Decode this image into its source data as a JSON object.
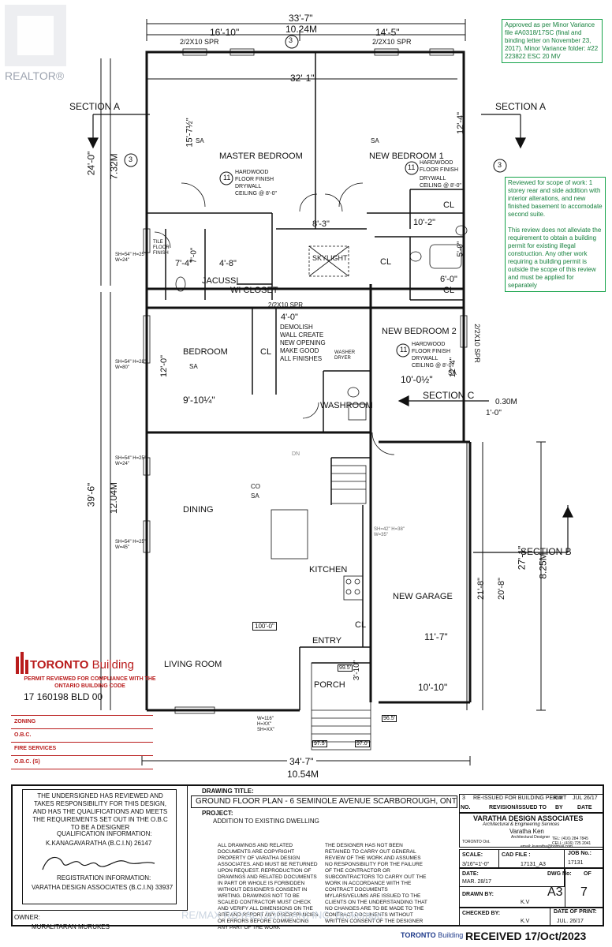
{
  "watermark": {
    "logo_text": "REALTOR®",
    "brokerage": "RE/MAX ROYAL (JORDAN) INC. Brokerage"
  },
  "approval_note": "Approved as per Minor Variance file #A0318/17SC (final and binding letter on November 23, 2017). Minor Variance folder: #22 223822 ESC 20 MV",
  "review_note": "Reviewed for scope of work: 1 storey rear and side addition with interior alterations, and new finished basement to accomodate second suite.",
  "review_note2": "This review does not alleviate the requirement to obtain a building permit for existing illegal construction. Any other work requiring a building permit is outside the scope of this review and must be applied for separately",
  "dims": {
    "top_total": "33'-7\"",
    "top_m": "10.24M",
    "top_left": "16'-10\"",
    "top_right": "14'-5\"",
    "inner_top": "32'-1\"",
    "left_upper": "24'-0\"",
    "left_upper_m": "7.32M",
    "left_lower": "39'-6\"",
    "left_lower_m": "12.04M",
    "bottom_total": "34'-7\"",
    "bottom_m": "10.54M",
    "right_lower": "27'-1\"",
    "right_lower_m": "8.25M",
    "garage_depth": "21'-8\"",
    "garage_depth2": "20'-8\"",
    "garage_w1": "11'-7\"",
    "garage_w2": "10'-10\"",
    "offset": "0.30M",
    "offset_ft": "1'-0\"",
    "master_h": "15'-7½\"",
    "bed1_h": "12'-4\"",
    "hall_w": "8'-3\"",
    "cl_w": "10'-2\"",
    "bath_h": "5'-0\"",
    "cl2_w": "6'-0\"",
    "ens_w": "7'-4\"",
    "ens_h": "7'-0\"",
    "wic_w": "4'-8\"",
    "demo_w": "4'-0\"",
    "bedroom_h": "12'-0\"",
    "bedroom_w": "9'-10¼\"",
    "bed2_w": "10'-0½\"",
    "bed2_h": "12'-4\"",
    "porch_h": "3'-10\"",
    "level1": "100'-0\"",
    "level2": "99.5'",
    "level3": "96.5'",
    "level4": "97.5'",
    "level5": "97.0'"
  },
  "beams": {
    "b1": "2/2X10 SPR",
    "b2": "2/2X10 SPR",
    "b3": "2/2X10 SPR",
    "b4": "2/2X10 SPR"
  },
  "sections": {
    "a": "SECTION A",
    "b": "SECTION B",
    "c": "SECTION C",
    "rev": "3"
  },
  "rooms": {
    "master": "MASTER BEDROOM",
    "bed1": "NEW BEDROOM 1",
    "bed2": "NEW BEDROOM 2",
    "bedroom": "BEDROOM",
    "jacussi": "JACUSSI",
    "wic": "WI CLOSET",
    "skylight": "SKYLIGHT",
    "cl": "CL",
    "washroom": "WASHROOM",
    "dining": "DINING",
    "kitchen": "KITCHEN",
    "living": "LIVING ROOM",
    "entry": "ENTRY",
    "porch": "PORCH",
    "garage": "NEW GARAGE",
    "tile": "TILE FLOOR FINISH",
    "washer": "WASHER DRYER",
    "dn": "DN"
  },
  "finish": {
    "num": "11",
    "hardwood": "HARDWOOD FLOOR FINISH",
    "drywall": "DRYWALL CEILING @ 8'-0\"",
    "sa": "SA",
    "co": "CO"
  },
  "demo_note": "DEMOLISH WALL CREATE NEW OPENING MAKE GOOD ALL FINISHES",
  "windows": {
    "w1": "SH=54\" H=25\" W=24\"",
    "w2": "SH=54\" H=28\" W=80\"",
    "w3": "SH=54\" H=25\" W=24\"",
    "w4": "SH=54\" H=25\" W=45\"",
    "w5": "SH=42\" H=38\" W=35\"",
    "w6": "W=116\" H=XX\" SH=XX\""
  },
  "stamp": {
    "brand": "TORONTO",
    "brand2": "Building",
    "reviewed": "PERMIT REVIEWED FOR COMPLIANCE WITH THE ONTARIO BUILDING CODE",
    "number": "17 160198 BLD 00",
    "rows": [
      "ZONING",
      "O.B.C.",
      "FIRE SERVICES",
      "O.B.C. (S)"
    ]
  },
  "titleblock": {
    "undersigned": "THE UNDERSIGNED HAS REVIEWED AND TAKES RESPONSIBILITY FOR THIS DESIGN, AND HAS THE QUALIFICATIONS AND MEETS THE REQUIREMENTS SET OUT IN THE O.B.C TO BE A DESIGNER",
    "qual_label": "QUALIFICATION INFORMATION:",
    "qual_value": "K.KANAGAVARATHA (B.C.I.N) 26147",
    "reg_label": "REGISTRATION INFORMATION:",
    "reg_value": "VARATHA DESIGN ASSOCIATES (B.C.I.N) 33937",
    "owner_label": "OWNER:",
    "owner_value": "MURALITARAN MURUKES",
    "drawing_title_label": "DRAWING TITLE:",
    "drawing_title": "GROUND FLOOR PLAN - 6 SEMINOLE AVENUE SCARBOROUGH, ONT",
    "project_label": "PROJECT:",
    "project": "ADDITION TO EXISTING DWELLING",
    "notes_left": "ALL DRAWINGS AND RELATED DOCUMENTS ARE COPYRIGHT PROPERTY OF VARATHA DESIGN ASSOCIATES. AND MUST BE RETURNED UPON REQUEST. REPRODUCTION OF DRAWINGS AND RELATED DOCUMENTS IN PART OR WHOLE IS FORBIDDEN WITHOUT DESIGNER'S CONSENT IN WRITING. DRAWINGS NOT TO BE SCALED CONTRACTOR MUST CHECK AND VERIFY ALL DIMENSIONS ON THE SITE AND REPORT ANY DISCREPANCIES OR ERRORS BEFORE COMMENCING ANY PART OF THE WORK",
    "notes_right": "THE DESIGNER HAS NOT BEEN RETAINED TO CARRY OUT GENERAL REVIEW OF THE WORK AND ASSUMES NO RESPONSIBILITY FOR THE FAILURE OF THE CONTRACTOR OR SUBCONTRACTORS TO CARRY OUT THE WORK IN ACCORDANCE WITH THE CONTRACT DOCUMENTS MYLARS/VELUMS ARE ISSUED TO THE CLIENTS ON THE UNDERSTANDING THAT NO CHANGES ARE TO BE MADE TO THE CONTRACT DOCUMENTS WITHOUT WRITTEN CONSENT OF THE DESIGNER",
    "rev_no": "3",
    "rev_text": "RE-ISSUED FOR BUILDING PERMIT",
    "rev_by": "K.V",
    "rev_date": "JUL 26/17",
    "h_no": "NO.",
    "h_rev": "REVISION/ISSUED TO",
    "h_by": "BY",
    "h_date": "DATE",
    "firm": "VARATHA DESIGN ASSOCIATES",
    "firm_sub": "Architectural & Engineering Services",
    "designer": "Varatha Ken",
    "designer_sub": "Architectural Designer",
    "tel": "TEL: (416) 284 7845",
    "cell": "CELL: (416) 725 2041",
    "city": "TORONTO Ont.",
    "email": "email: kvaratha@hotmail.com",
    "scale_label": "SCALE:",
    "scale": "3/16\"=1'-0\"",
    "cad_label": "CAD FILE :",
    "cad": "17131_A3",
    "job_label": "JOB No.:",
    "job": "17131",
    "date_label": "DATE:",
    "date": "MAR. 28/17",
    "dwg_label": "DWG No:",
    "dwg": "A3",
    "of_label": "OF",
    "of": "7",
    "drawn_label": "DRAWN BY:",
    "drawn": "K.V",
    "checked_label": "CHECKED BY:",
    "checked": "K.V",
    "print_label": "DATE OF PRINT:",
    "print": "JUL. 26/17"
  },
  "received": {
    "brand": "TORONTO",
    "brand2": "Building",
    "text": "RECEIVED 17/Oct/2023"
  },
  "colors": {
    "green": "#16a34a",
    "red": "#b91c1c",
    "line": "#111111"
  }
}
